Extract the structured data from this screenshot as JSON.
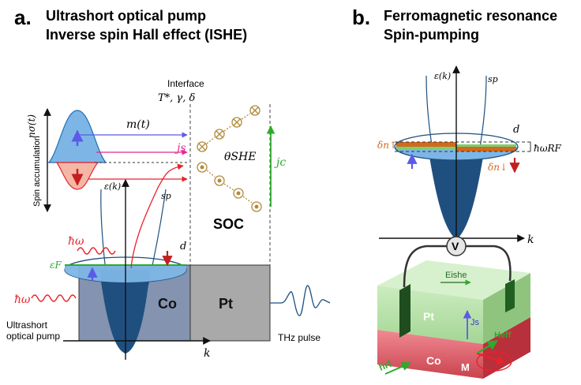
{
  "panel_a": {
    "letter": "a.",
    "title_line1": "Ultrashort optical pump",
    "title_line2": "Inverse spin Hall effect (ISHE)",
    "interface_label": "Interface",
    "interface_params": "T*, γ, δ",
    "spin_accumulation_label": "Spin accumulation",
    "n_sigma": "nσ(t)",
    "m_t": "m(t)",
    "j_s": "js",
    "theta_she": "θSHE",
    "j_c": "jc",
    "soc": "SOC",
    "epsilon_k": "ε(k)",
    "sp": "sp",
    "d": "d",
    "hbar_omega": "ħω",
    "epsilon_f": "εF",
    "co": "Co",
    "pt": "Pt",
    "k_axis": "k",
    "pump_label_line1": "Ultrashort",
    "pump_label_line2": "optical pump",
    "thz_label": "THz pulse"
  },
  "panel_b": {
    "letter": "b.",
    "title_line1": "Ferromagnetic resonance",
    "title_line2": "Spin-pumping",
    "epsilon_k": "ε(k)",
    "sp": "sp",
    "d": "d",
    "delta_n_up": "δn↑",
    "delta_n_down": "δn↓",
    "hbar_omega_rf": "ħωRF",
    "k_axis": "k",
    "voltmeter": "V",
    "eishe": "Eishe",
    "pt": "Pt",
    "js": "Js",
    "co": "Co",
    "heff": "Heff",
    "m": "M",
    "hrf": "hrf"
  },
  "colors": {
    "spin_up_fill": "#7db6e6",
    "spin_down_fill": "#f4b7a6",
    "band_blue": "#1f4f7f",
    "co_block": "#8393b0",
    "pt_block": "#a9a9a9",
    "red_arrow": "#e8232b",
    "blue_arrow": "#5b5be8",
    "pink_arrow": "#e02a8c",
    "green_arrow": "#2cab2c",
    "gold_symbol": "#b08a3c",
    "orange_fill": "#d2691e",
    "green_fill": "#7dcf6e",
    "pt_layer": "#b5e0a8",
    "co_layer": "#e0707a"
  }
}
